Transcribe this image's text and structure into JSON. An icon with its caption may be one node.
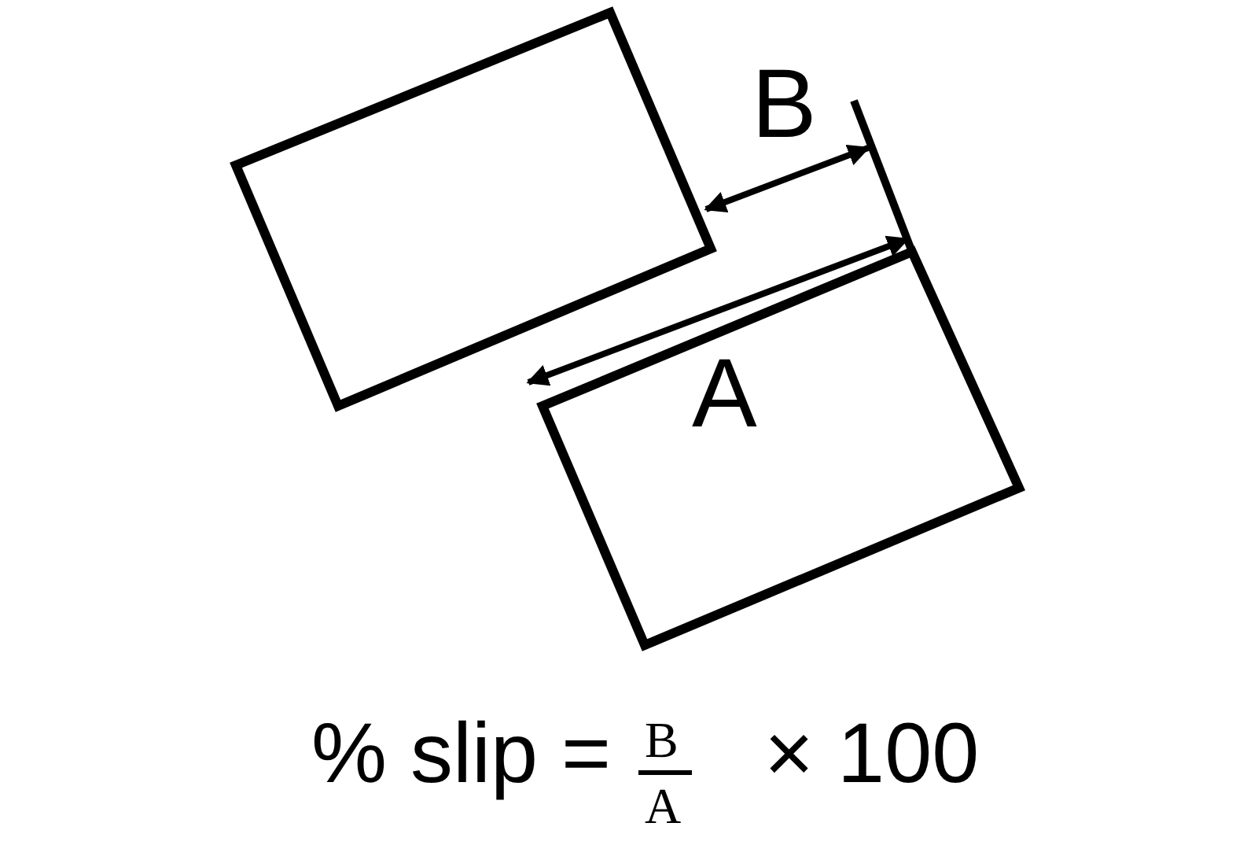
{
  "diagram": {
    "labels": [
      "B",
      "A",
      "% slip =",
      "B",
      "A",
      "× 100"
    ]
  }
}
